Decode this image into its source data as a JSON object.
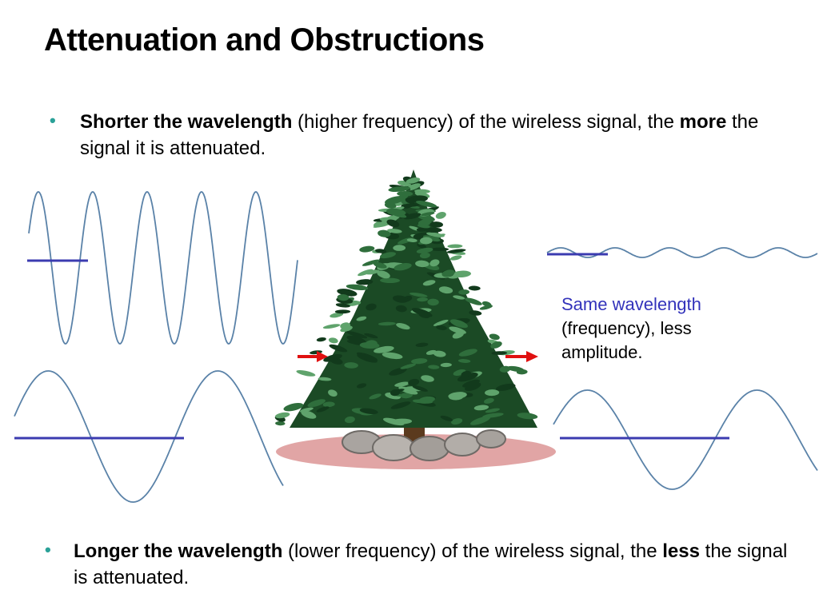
{
  "title": "Attenuation and Obstructions",
  "bullets": [
    {
      "bold1": "Shorter the wavelength",
      "text1": " (higher frequency) of the wireless signal, the ",
      "bold2": "more",
      "text2": " the signal it is attenuated."
    },
    {
      "bold1": "Longer the wavelength",
      "text1": " (lower frequency) of the wireless signal, the ",
      "bold2": "less",
      "text2": " the signal is attenuated."
    }
  ],
  "note": {
    "highlight": "Same wavelength",
    "rest": "(frequency), less amplitude."
  },
  "colors": {
    "wave": "#5a82a8",
    "wavelength_marker": "#3b3bb0",
    "arrow": "#e01010",
    "bullet": "#2aa198",
    "tree_dark": "#123a1c",
    "tree_mid": "#2f6e3c",
    "tree_light": "#5fa36c"
  }
}
